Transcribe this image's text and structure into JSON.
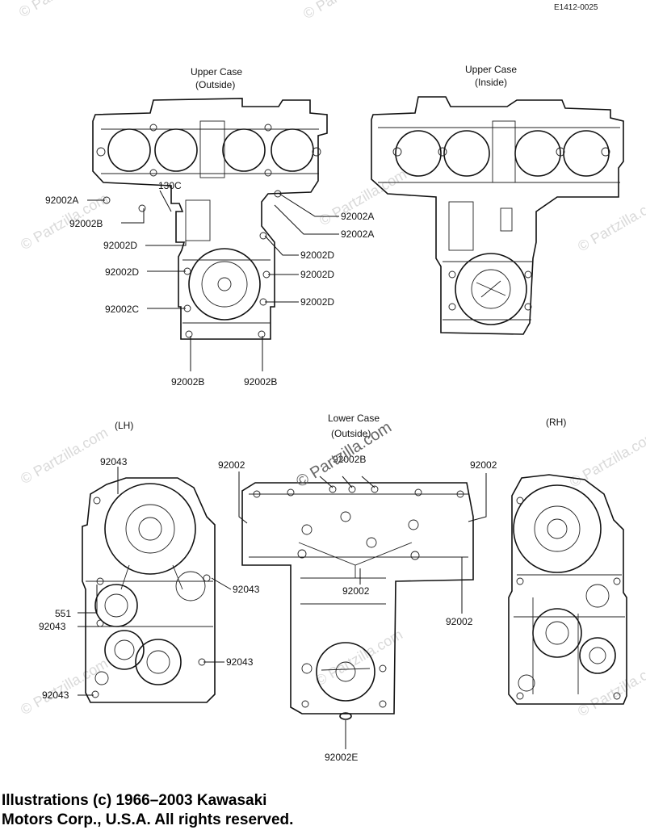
{
  "ref_code": "E1412-0025",
  "headers": {
    "upper_outside_1": "Upper Case",
    "upper_outside_2": "(Outside)",
    "upper_inside_1": "Upper Case",
    "upper_inside_2": "(Inside)",
    "lh": "(LH)",
    "lower_1": "Lower  Case",
    "lower_2": "(Outside)",
    "rh": "(RH)"
  },
  "labels": {
    "upper_92002A_left": "92002A",
    "upper_130C": "130C",
    "upper_92002B_left": "92002B",
    "upper_92002D_left1": "92002D",
    "upper_92002D_left2": "92002D",
    "upper_92002C": "92002C",
    "upper_92002B_bottom1": "92002B",
    "upper_92002B_bottom2": "92002B",
    "upper_92002A_right1": "92002A",
    "upper_92002A_right2": "92002A",
    "upper_92002D_right1": "92002D",
    "upper_92002D_right2": "92002D",
    "upper_92002D_right3": "92002D",
    "lh_92043_top": "92043",
    "lh_92043_right": "92043",
    "lh_551": "551",
    "lh_92043_mid": "92043",
    "lh_92043_lowright": "92043",
    "lh_92043_bottom": "92043",
    "lower_92002_left": "92002",
    "lower_92002B": "92002B",
    "lower_92002_right": "92002",
    "lower_92002_center": "92002",
    "lower_92002_rightlow": "92002",
    "lower_92002E": "92002E"
  },
  "watermark": {
    "center": "© Partzilla.com",
    "edge": "© Partzilla.com"
  },
  "copyright": {
    "line1": "Illustrations (c) 1966–2003 Kawasaki",
    "line2": "Motors Corp., U.S.A.  All rights reserved."
  }
}
